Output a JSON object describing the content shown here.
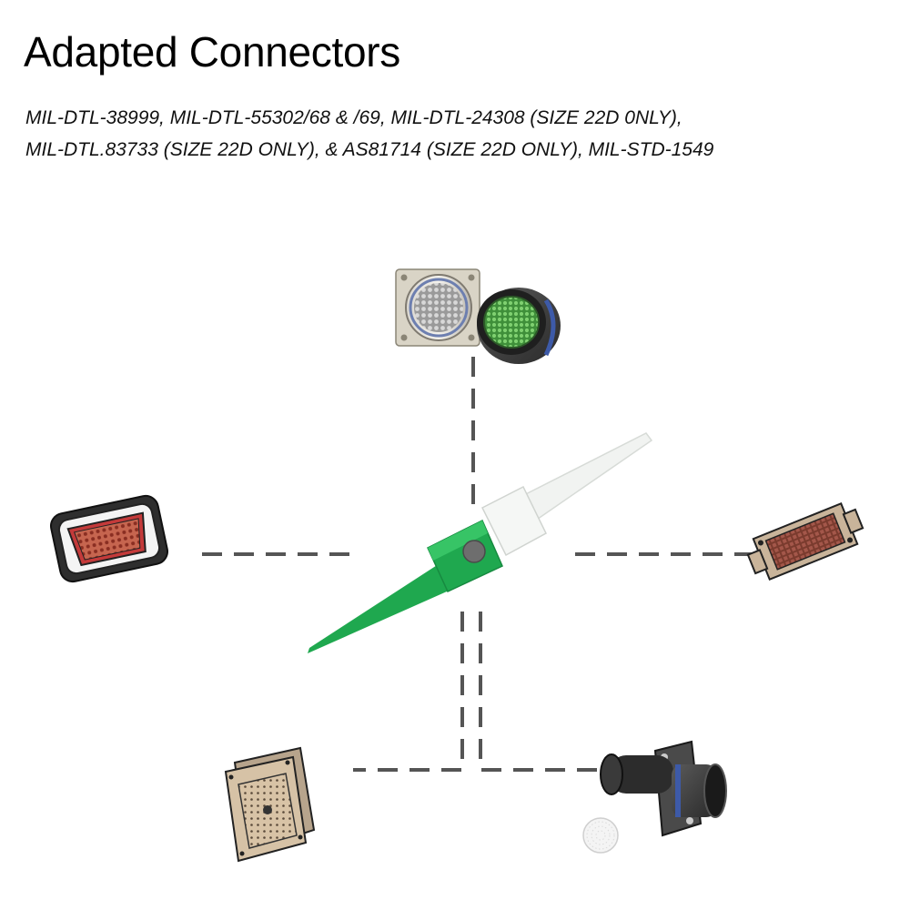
{
  "header": {
    "title": "Adapted Connectors",
    "subtitle_lines": [
      "MIL-DTL-38999, MIL-DTL-55302/68 & /69, MIL-DTL-24308 (SIZE 22D 0NLY),",
      "MIL-DTL.83733 (SIZE 22D ONLY), & AS81714 (SIZE 22D ONLY), MIL-STD-1549"
    ]
  },
  "colors": {
    "tool_green": "#1fa84f",
    "tool_white": "#eef0ee",
    "dash_gray": "#555555",
    "contact_green": "#5fb85a",
    "contact_red": "#b8503c",
    "tan": "#c9b49a",
    "metal_dark": "#3a3a3a",
    "band_blue": "#3d5aa8"
  },
  "icons": [
    "circular-connector-pair-icon",
    "d-sub-connector-icon",
    "rectangular-connector-icon",
    "square-flange-connector-icon",
    "circular-flange-connector-icon",
    "insertion-removal-tool-icon"
  ]
}
